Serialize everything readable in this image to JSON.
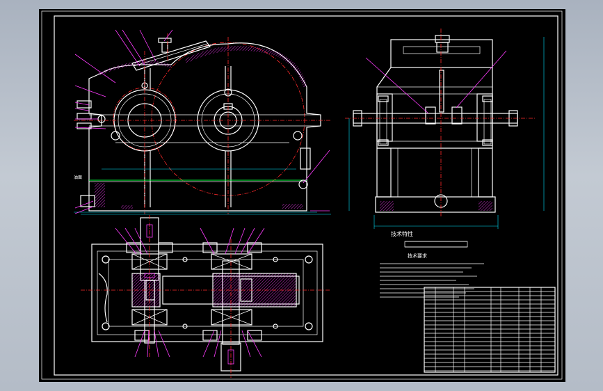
{
  "drawing": {
    "tech_features_title": "技术特性",
    "tech_requirements_title": "技术要求",
    "oil_level_label": "油面",
    "colors": {
      "background": "#000000",
      "outline": "#ffffff",
      "centerline": "#ff2a2a",
      "leader": "#ff3cff",
      "dimension": "#00e5ff",
      "oil_level": "#00ff3c"
    }
  }
}
